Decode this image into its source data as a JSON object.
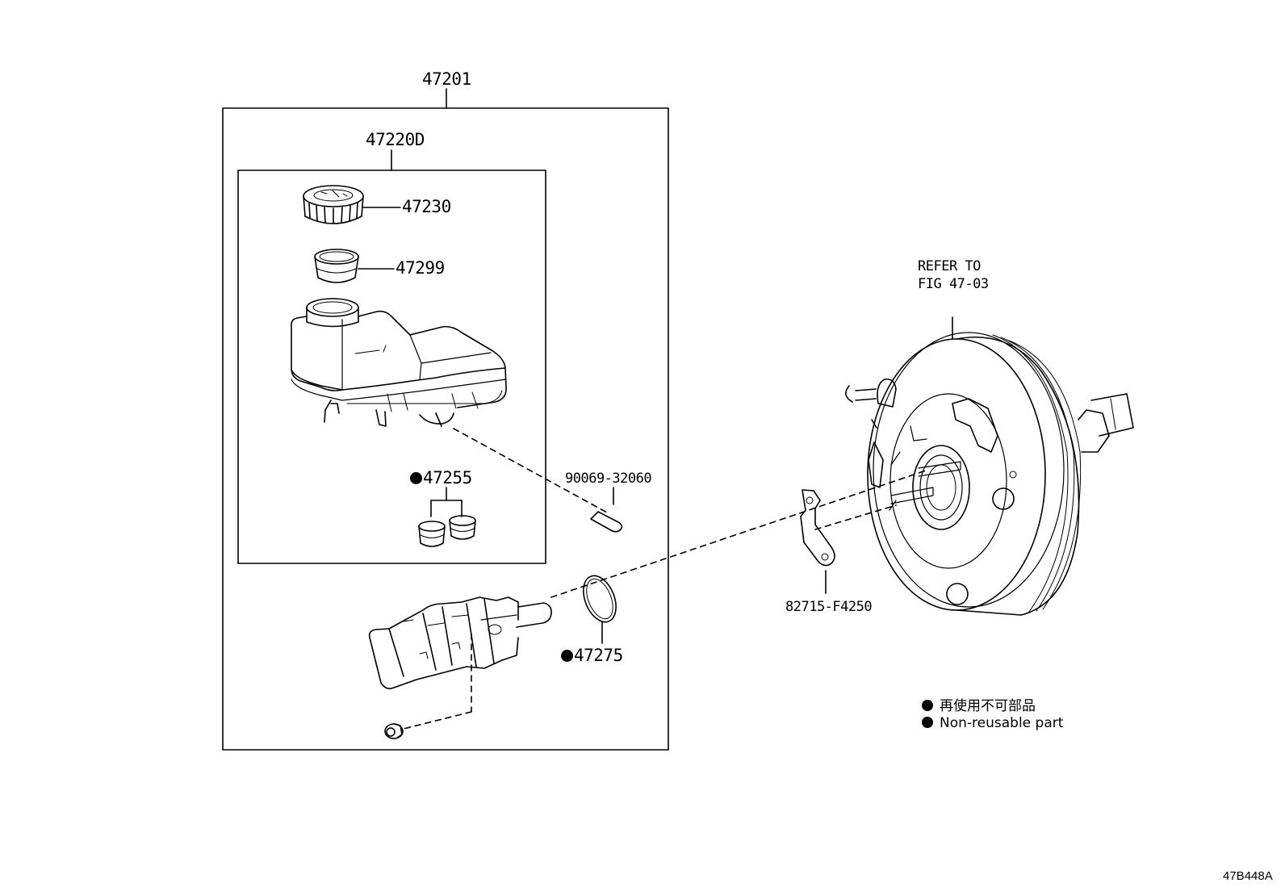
{
  "diagram": {
    "labels": {
      "assembly_47201": "47201",
      "reservoir_47220D": "47220D",
      "cap_47230": "47230",
      "strainer_47299": "47299",
      "grommet_47255": "47255",
      "pin_90069": "90069-32060",
      "oring_47275": "47275",
      "bracket_82715": "82715-F4250",
      "refer_line1": "REFER TO",
      "refer_line2": "FIG 47-03"
    },
    "legend": {
      "japanese": "再使用不可部品",
      "english": "Non-reusable part"
    },
    "figure_code": "47B448A",
    "icons": [
      "non-reusable-dot-icon"
    ],
    "colors": {
      "ink": "#000000",
      "background": "#ffffff"
    }
  }
}
